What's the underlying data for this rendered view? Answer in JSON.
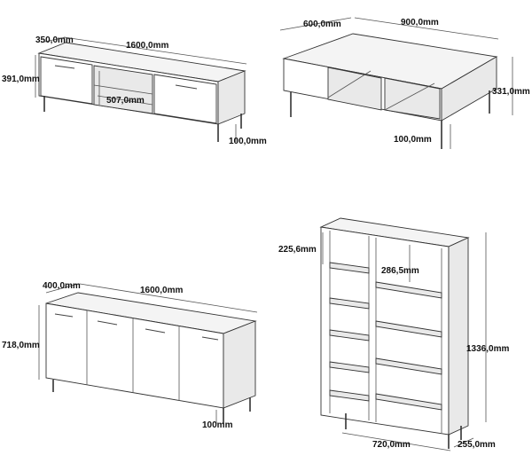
{
  "tv_unit": {
    "depth": "350,0mm",
    "width": "1600,0mm",
    "height": "391,0mm",
    "shelf": "507,0mm",
    "leg": "100,0mm"
  },
  "coffee_table": {
    "depth": "600,0mm",
    "width": "900,0mm",
    "height": "331,0mm",
    "leg": "100,0mm"
  },
  "sideboard": {
    "depth": "400,0mm",
    "width": "1600,0mm",
    "height": "718,0mm",
    "leg": "100mm"
  },
  "bookcase": {
    "shelf_left": "225,6mm",
    "shelf_right": "286,5mm",
    "height": "1336,0mm",
    "width": "720,0mm",
    "depth": "255,0mm"
  }
}
